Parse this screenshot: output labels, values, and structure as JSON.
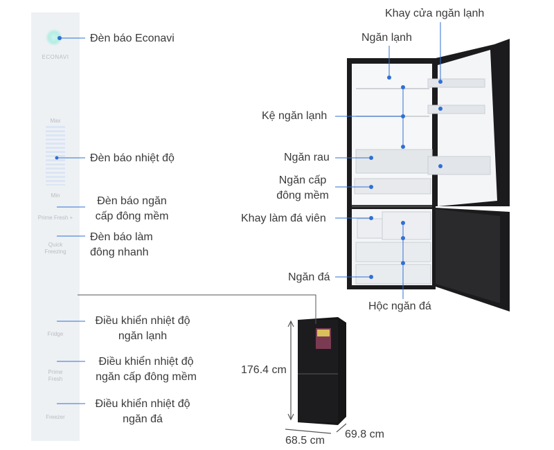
{
  "panel": {
    "econavi": "ECONAVI",
    "max": "Max",
    "min": "Min",
    "prime_fresh_plus": "Prime Fresh +",
    "quick_freezing": "Quick Freezing",
    "fridge": "Fridge",
    "prime_fresh": "Prime Fresh",
    "freezer": "Freezer"
  },
  "callouts": {
    "den_bao_econavi": "Đèn báo Econavi",
    "den_bao_nhiet_do": "Đèn báo nhiệt độ",
    "den_bao_ngan_cap_dong_mem": "Đèn báo ngăn cấp đông mềm",
    "den_bao_lam_dong_nhanh": "Đèn báo làm đông nhanh",
    "dieu_khien_ngan_lanh": "Điều khiển nhiệt độ ngăn lạnh",
    "dieu_khien_ngan_cap_dong_mem": "Điều khiển nhiệt độ ngăn cấp đông mềm",
    "dieu_khien_ngan_da": "Điều khiển nhiệt độ ngăn đá",
    "khay_cua_ngan_lanh": "Khay cửa ngăn lạnh",
    "ngan_lanh": "Ngăn lạnh",
    "ke_ngan_lanh": "Kệ ngăn lạnh",
    "ngan_rau": "Ngăn rau",
    "ngan_cap_dong_mem": "Ngăn cấp đông mềm",
    "khay_lam_da_vien": "Khay làm đá viên",
    "ngan_da": "Ngăn đá",
    "hoc_ngan_da": "Hộc ngăn đá"
  },
  "dimensions": {
    "height": "176.4 cm",
    "width": "68.5 cm",
    "depth": "69.8 cm"
  },
  "colors": {
    "callout_line": "#2f6fd6",
    "marker_dot": "#2f6fd6",
    "fridge_body": "#1b1b1d",
    "panel_bg": "#eef1f3"
  }
}
